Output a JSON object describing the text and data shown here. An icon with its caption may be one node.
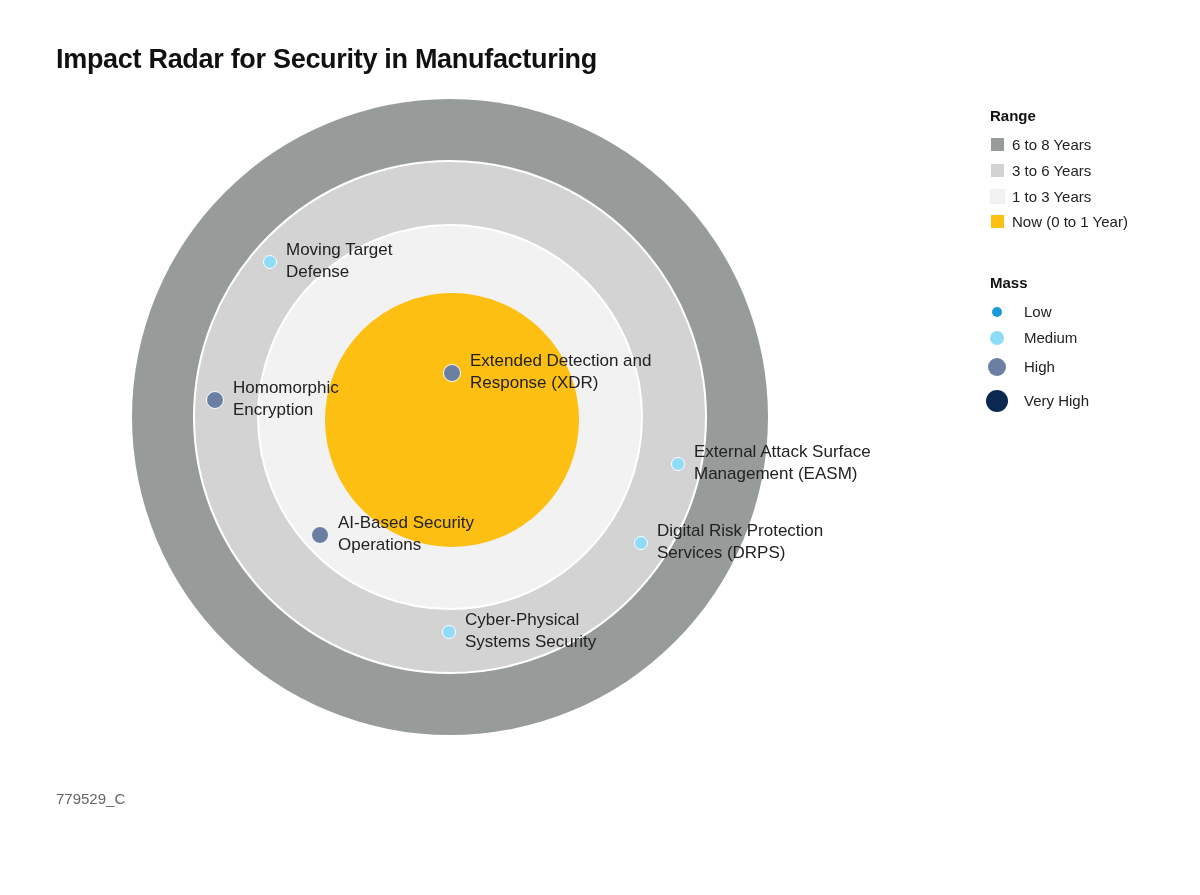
{
  "diagram": {
    "title": "Impact Radar for Security in Manufacturing",
    "nodes": [
      {
        "text": [],
        "shape": "circle",
        "beside": [
          "Moving Target Defense"
        ]
      },
      {
        "text": [],
        "shape": "circle",
        "beside": [
          "Extended Detection and Response (XDR)"
        ]
      },
      {
        "text": [],
        "shape": "circle",
        "beside": [
          "Homomorphic Encryption"
        ]
      },
      {
        "text": [],
        "shape": "circle",
        "beside": [
          "External Attack Surface Management (EASM)"
        ]
      },
      {
        "text": [],
        "shape": "circle",
        "beside": [
          "AI-Based Security Operations"
        ]
      },
      {
        "text": [],
        "shape": "circle",
        "beside": [
          "Digital Risk Protection Services (DRPS)"
        ]
      },
      {
        "text": [],
        "shape": "circle",
        "beside": [
          "Cyber-Physical Systems Security"
        ]
      }
    ],
    "edges": [],
    "labels": [
      "Range",
      "Mass",
      "779529_C"
    ],
    "legend": [
      {
        "text": "6 to 8 Years",
        "color": "#979c9b"
      },
      {
        "text": "3 to 6 Years",
        "color": "#d3d3d3"
      },
      {
        "text": "1 to 3 Years",
        "color": "#f2f2f2"
      },
      {
        "text": "Now (0 to 1 Year)",
        "color": "#fcbf12"
      },
      {
        "text": "Low"
      },
      {
        "text": "Medium"
      },
      {
        "text": "High"
      },
      {
        "text": "Very High"
      }
    ]
  }
}
